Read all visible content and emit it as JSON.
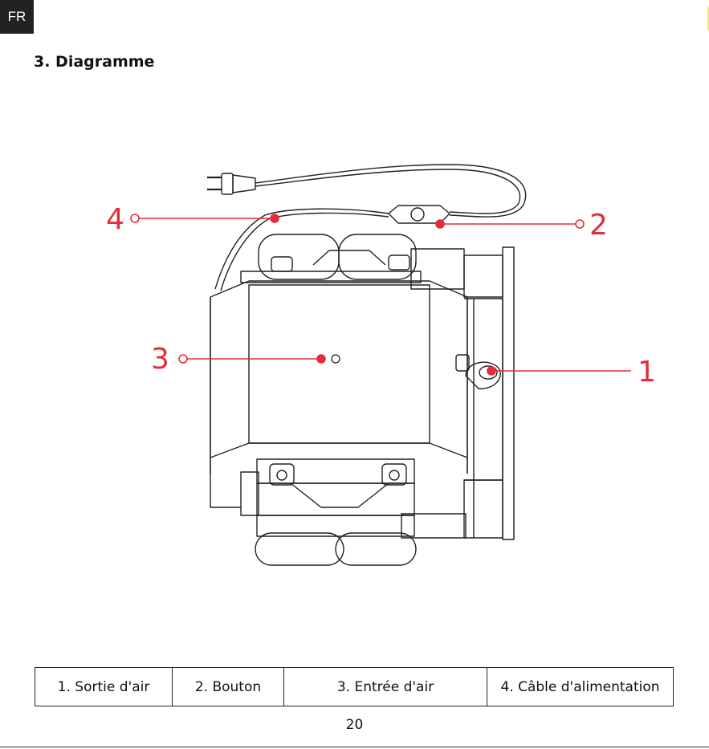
{
  "header": {
    "lang_tab": "FR"
  },
  "section": {
    "title": "3. Diagramme"
  },
  "callouts": [
    "1",
    "2",
    "3",
    "4"
  ],
  "legend": {
    "items": [
      "1. Sortie d'air",
      "2. Bouton",
      "3. Entrée d'air",
      "4. Câble d'alimentation"
    ]
  },
  "footer": {
    "page_number": "20"
  },
  "colors": {
    "accent": "#e52d3a",
    "line": "#222222"
  }
}
